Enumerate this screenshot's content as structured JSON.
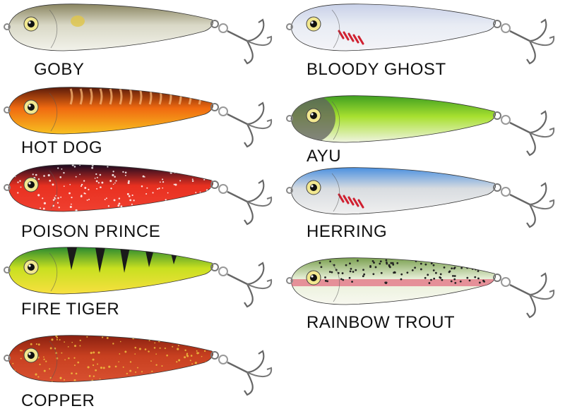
{
  "lures": [
    {
      "id": "goby",
      "label": "GOBY",
      "body": "#d9d8c6",
      "back": "#8a8560",
      "belly": "#f2f2ea",
      "accent": "#e0c64a",
      "pattern": "spot"
    },
    {
      "id": "hot-dog",
      "label": "HOT DOG",
      "body": "#f06a10",
      "back": "#5a1a0a",
      "belly": "#f8c020",
      "accent": "#f4b070",
      "pattern": "tiger-lines"
    },
    {
      "id": "poison-prince",
      "label": "POISON PRINCE",
      "body": "#e83020",
      "back": "#1a0a20",
      "belly": "#f04030",
      "accent": "#ffffff",
      "pattern": "glitter"
    },
    {
      "id": "fire-tiger",
      "label": "FIRE TIGER",
      "body": "#c8e020",
      "back": "#2a8a30",
      "belly": "#f8e040",
      "accent": "#1a1a1a",
      "pattern": "bars"
    },
    {
      "id": "copper",
      "label": "COPPER",
      "body": "#c84020",
      "back": "#8a2010",
      "belly": "#d85030",
      "accent": "#f0c040",
      "pattern": "glitter"
    },
    {
      "id": "bloody-ghost",
      "label": "BLOODY GHOST",
      "body": "#e8ecf4",
      "back": "#c8d0e8",
      "belly": "#f4f4f8",
      "accent": "#d02030",
      "pattern": "gills"
    },
    {
      "id": "ayu",
      "label": "AYU",
      "body": "#a8e030",
      "back": "#40a020",
      "belly": "#f0f4e0",
      "accent": "#606060",
      "pattern": "head-grey"
    },
    {
      "id": "herring",
      "label": "HERRING",
      "body": "#d8dce0",
      "back": "#4a90e0",
      "belly": "#f0f0f0",
      "accent": "#d02030",
      "pattern": "gills"
    },
    {
      "id": "rainbow-trout",
      "label": "RAINBOW TROUT",
      "body": "#e8f0d8",
      "back": "#7aa050",
      "belly": "#f8f8f0",
      "accent": "#e04060",
      "pattern": "trout"
    }
  ]
}
